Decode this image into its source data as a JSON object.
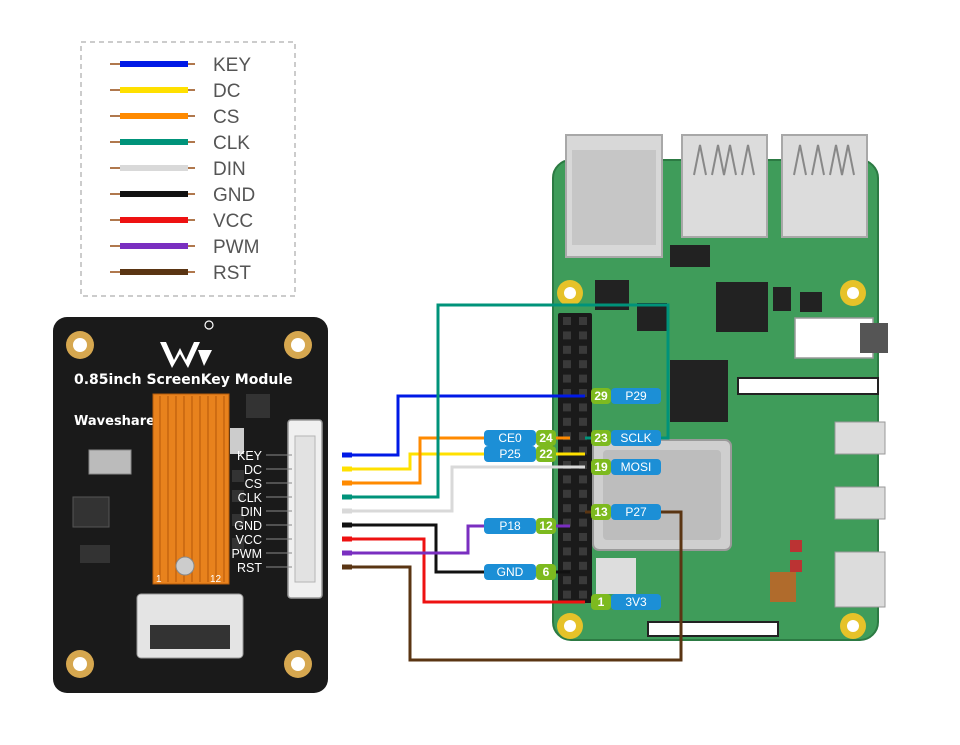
{
  "legend": {
    "items": [
      {
        "label": "KEY",
        "color": "#0019e6"
      },
      {
        "label": "DC",
        "color": "#ffe000"
      },
      {
        "label": "CS",
        "color": "#ff8a00"
      },
      {
        "label": "CLK",
        "color": "#00937a"
      },
      {
        "label": "DIN",
        "color": "#d9d9d9"
      },
      {
        "label": "GND",
        "color": "#111111"
      },
      {
        "label": "VCC",
        "color": "#ee1111"
      },
      {
        "label": "PWM",
        "color": "#7a2fc0"
      },
      {
        "label": "RST",
        "color": "#5a3513"
      }
    ]
  },
  "module": {
    "title": "0.85inch ScreenKey Module",
    "brand": "Waveshare",
    "fpc_pin_first": "1",
    "fpc_pin_last": "12",
    "pins": [
      "KEY",
      "DC",
      "CS",
      "CLK",
      "DIN",
      "GND",
      "VCC",
      "PWM",
      "RST"
    ]
  },
  "pi_pins": {
    "left": [
      {
        "name": "CE0",
        "num": "24",
        "color": "#1c8fd6"
      },
      {
        "name": "P25",
        "num": "22",
        "color": "#1c8fd6"
      },
      {
        "name": "P18",
        "num": "12",
        "color": "#1c8fd6"
      },
      {
        "name": "GND",
        "num": "6",
        "color": "#1c8fd6"
      }
    ],
    "right": [
      {
        "name": "P29",
        "num": "29",
        "color": "#1c8fd6"
      },
      {
        "name": "SCLK",
        "num": "23",
        "color": "#1c8fd6"
      },
      {
        "name": "MOSI",
        "num": "19",
        "color": "#1c8fd6"
      },
      {
        "name": "P27",
        "num": "13",
        "color": "#1c8fd6"
      },
      {
        "name": "3V3",
        "num": "1",
        "color": "#1c8fd6"
      }
    ],
    "num_color": "#7dba1f"
  },
  "colors": {
    "pi_board": "#3f9c5a",
    "module_board": "#1a1a1a"
  }
}
